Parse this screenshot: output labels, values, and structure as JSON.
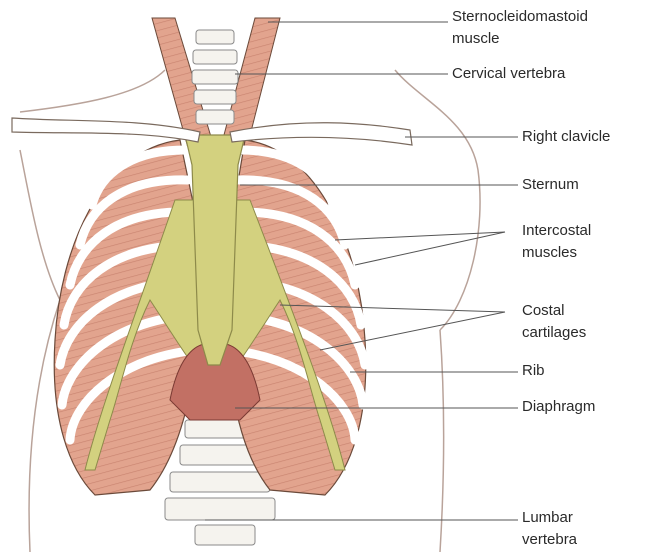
{
  "labels": {
    "sternocleidomastoid": [
      "Sternocleidomastoid",
      "muscle"
    ],
    "cervical_vertebra": [
      "Cervical vertebra"
    ],
    "right_clavicle": [
      "Right clavicle"
    ],
    "sternum": [
      "Sternum"
    ],
    "intercostal_muscles": [
      "Intercostal",
      "muscles"
    ],
    "costal_cartilages": [
      "Costal",
      "cartilages"
    ],
    "rib": [
      "Rib"
    ],
    "diaphragm": [
      "Diaphragm"
    ],
    "lumbar_vertebra": [
      "Lumbar",
      "vertebra"
    ]
  },
  "colors": {
    "muscle": "#e2a48e",
    "muscle_stripe": "#c98470",
    "bone": "#ffffff",
    "cartilage": "#d3d17f",
    "diaphragm": "#c27064",
    "outline": "#6b4a3a",
    "leader": "#555555"
  }
}
